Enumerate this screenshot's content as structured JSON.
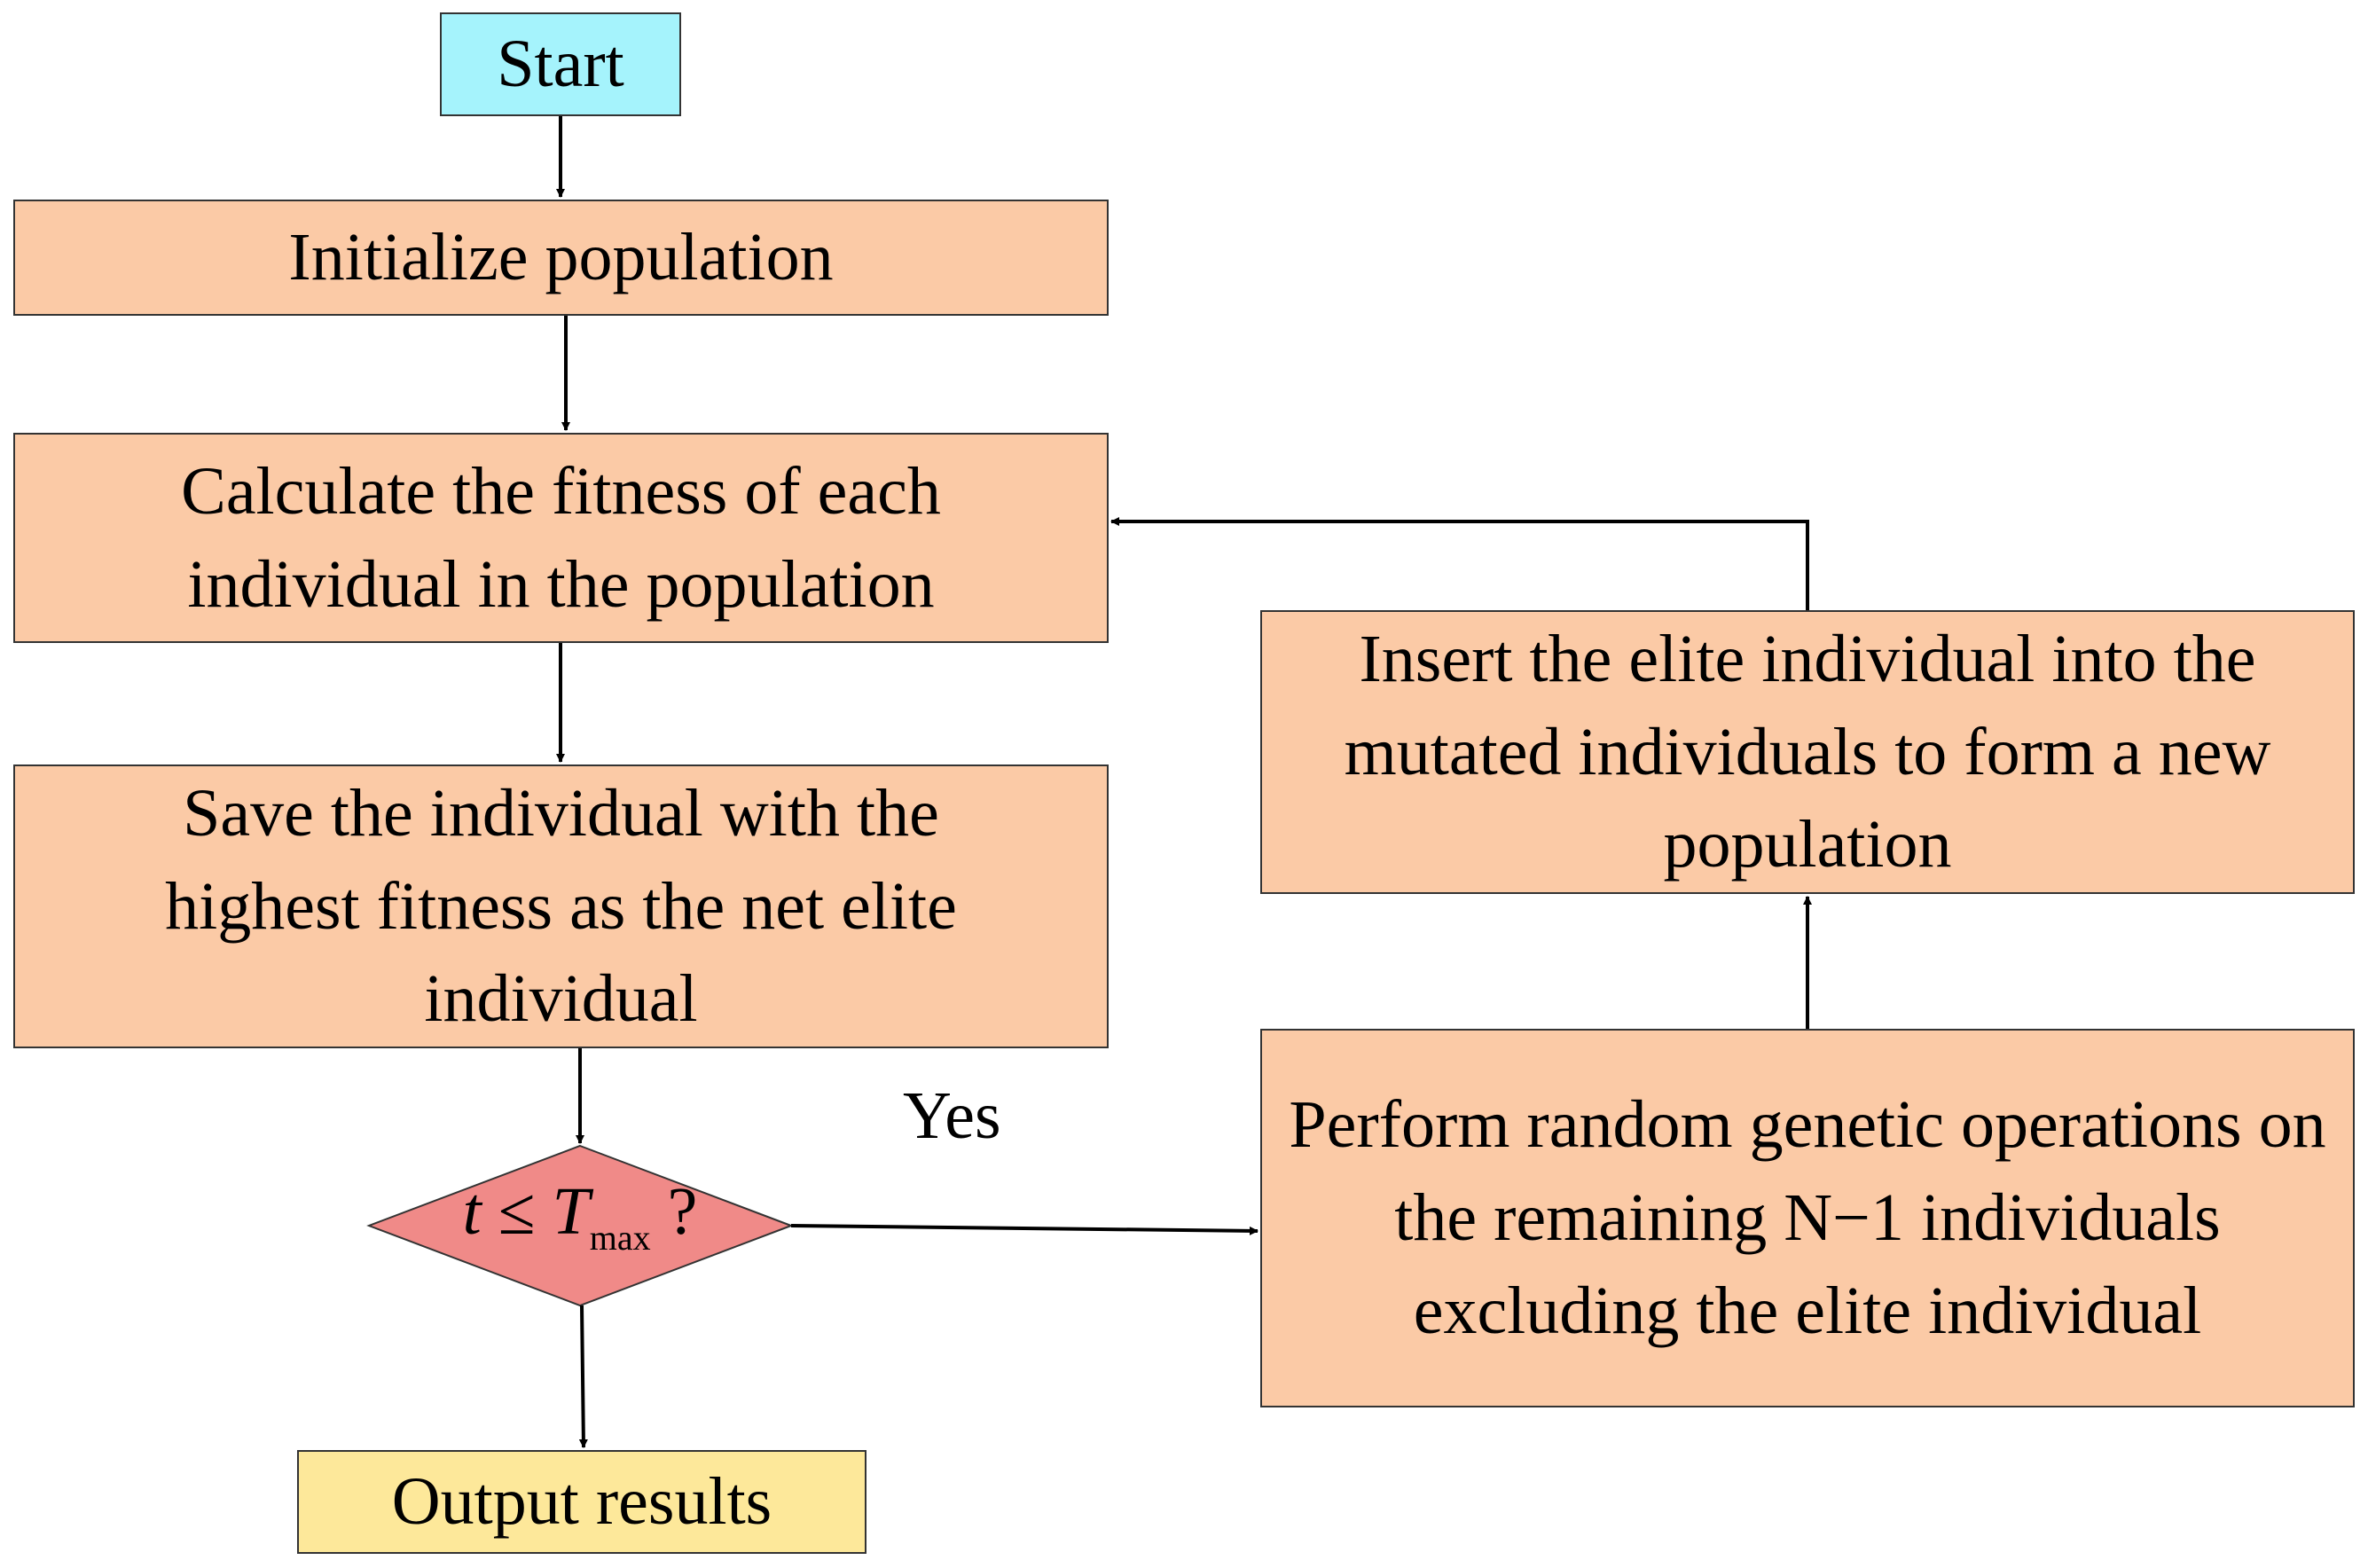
{
  "nodes": {
    "start": "Start",
    "initialize": "Initialize population",
    "calculate": "Calculate the fitness of each individual in the population",
    "save": "Save the individual with the highest fitness as the net elite individual",
    "decision": {
      "var": "t",
      "op": "≤",
      "T": "T",
      "subscript": "max",
      "q": "?"
    },
    "perform": "Perform random genetic operations on the remaining N−1 individuals excluding the elite individual",
    "insert": "Insert the elite individual into the mutated individuals to form a new population",
    "output": "Output results"
  },
  "edges": {
    "yes_label": "Yes"
  },
  "colors": {
    "process": "#fbcaa6",
    "start": "#a5f3fc",
    "output": "#fde89a",
    "decision": "#f08a88"
  }
}
